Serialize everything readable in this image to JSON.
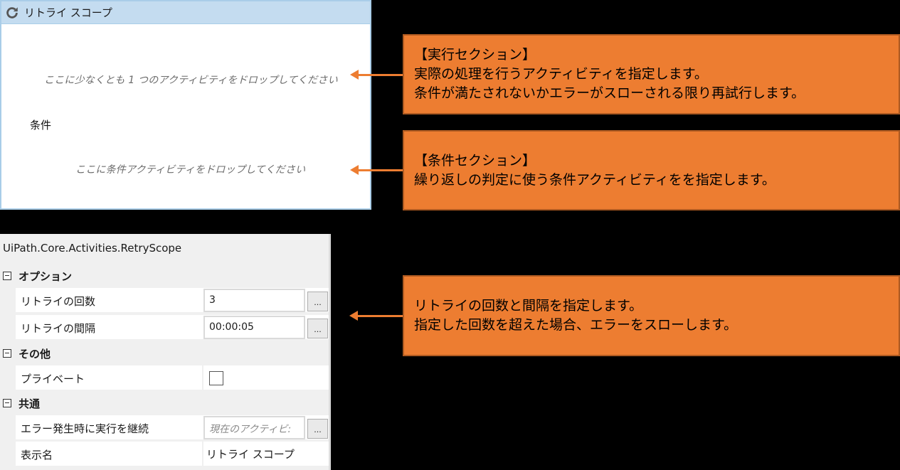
{
  "activity": {
    "icon": "refresh-icon",
    "title": "リトライ スコープ",
    "action_drop_hint": "ここに少なくとも 1 つのアクティビティをドロップしてください",
    "condition_label": "条件",
    "condition_drop_hint": "ここに条件アクティビティをドロップしてください"
  },
  "callouts": [
    {
      "lines": [
        "【実行セクション】",
        "実際の処理を行うアクティビティを指定します。",
        "条件が満たされないかエラーがスローされる限り再試行します。"
      ]
    },
    {
      "lines": [
        "【条件セクション】",
        "繰り返しの判定に使う条件アクティビティをを指定します。"
      ]
    },
    {
      "lines": [
        "リトライの回数と間隔を指定します。",
        "指定した回数を超えた場合、エラーをスローします。"
      ]
    }
  ],
  "properties": {
    "type_name": "UiPath.Core.Activities.RetryScope",
    "categories": [
      {
        "name": "オプション",
        "rows": [
          {
            "label": "リトライの回数",
            "value": "3",
            "button": "..."
          },
          {
            "label": "リトライの間隔",
            "value": "00:00:05",
            "button": "..."
          }
        ]
      },
      {
        "name": "その他",
        "rows": [
          {
            "label": "プライベート",
            "checked": false
          }
        ]
      },
      {
        "name": "共通",
        "rows": [
          {
            "label": "エラー発生時に実行を継続",
            "placeholder": "現在のアクティビ:",
            "button": "..."
          },
          {
            "label": "表示名",
            "value": "リトライ スコープ"
          }
        ]
      }
    ]
  },
  "colors": {
    "callout_fill": "#ed7d31",
    "callout_border": "#ae5a21",
    "header_fill": "#c4dcf0",
    "panel_border": "#a9cde8"
  }
}
